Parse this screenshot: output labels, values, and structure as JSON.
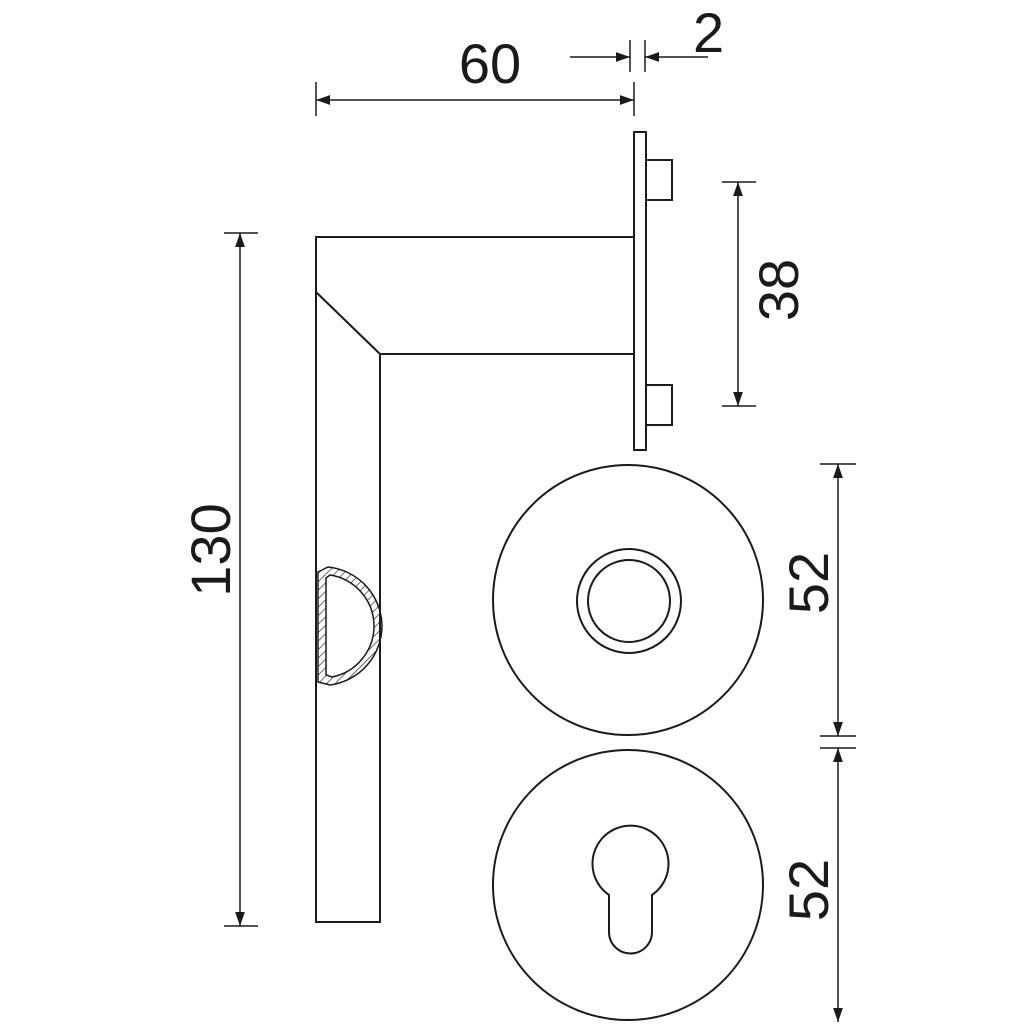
{
  "title": "Lever handle on round rosettes - dimension drawing",
  "units": "mm",
  "dimensions": {
    "handle_projection": "60",
    "rosette_thickness": "2",
    "fixing_centres": "38",
    "handle_length": "130",
    "rosette_upper_diameter": "52",
    "rosette_lower_diameter": "52"
  },
  "colors": {
    "line": "#1a1a1a",
    "background": "#ffffff"
  }
}
